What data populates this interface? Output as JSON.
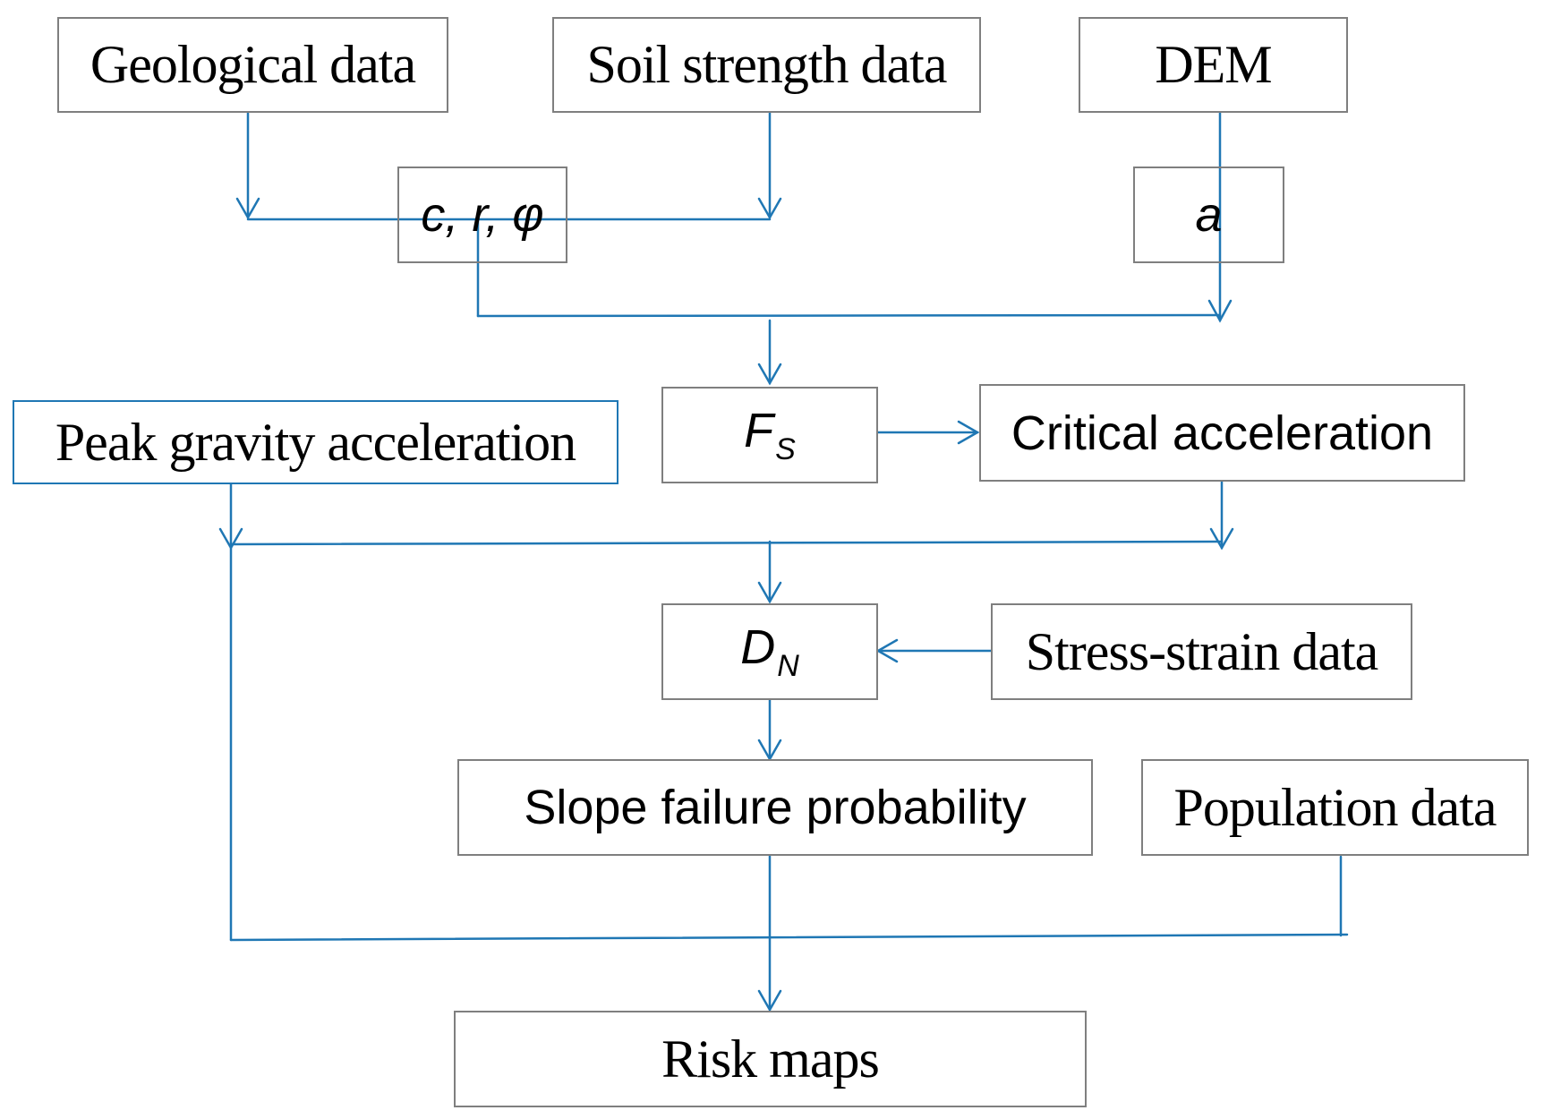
{
  "diagram": {
    "nodes": {
      "geological": {
        "label": "Geological data"
      },
      "soil": {
        "label": "Soil strength data"
      },
      "dem": {
        "label": "DEM"
      },
      "params": {
        "label": "c, r, φ"
      },
      "slope_angle": {
        "label": "a"
      },
      "fs": {
        "main": "F",
        "sub": "S"
      },
      "critical": {
        "label": "Critical acceleration"
      },
      "peak": {
        "label": "Peak gravity acceleration"
      },
      "dn": {
        "main": "D",
        "sub": "N"
      },
      "stress": {
        "label": "Stress-strain data"
      },
      "slope_failure": {
        "label": "Slope failure probability"
      },
      "population": {
        "label": "Population data"
      },
      "risk": {
        "label": "Risk maps"
      }
    },
    "colors": {
      "connector": "#1f77b4",
      "box_border": "#7f7f7f",
      "peak_border": "#1f77b4"
    }
  }
}
